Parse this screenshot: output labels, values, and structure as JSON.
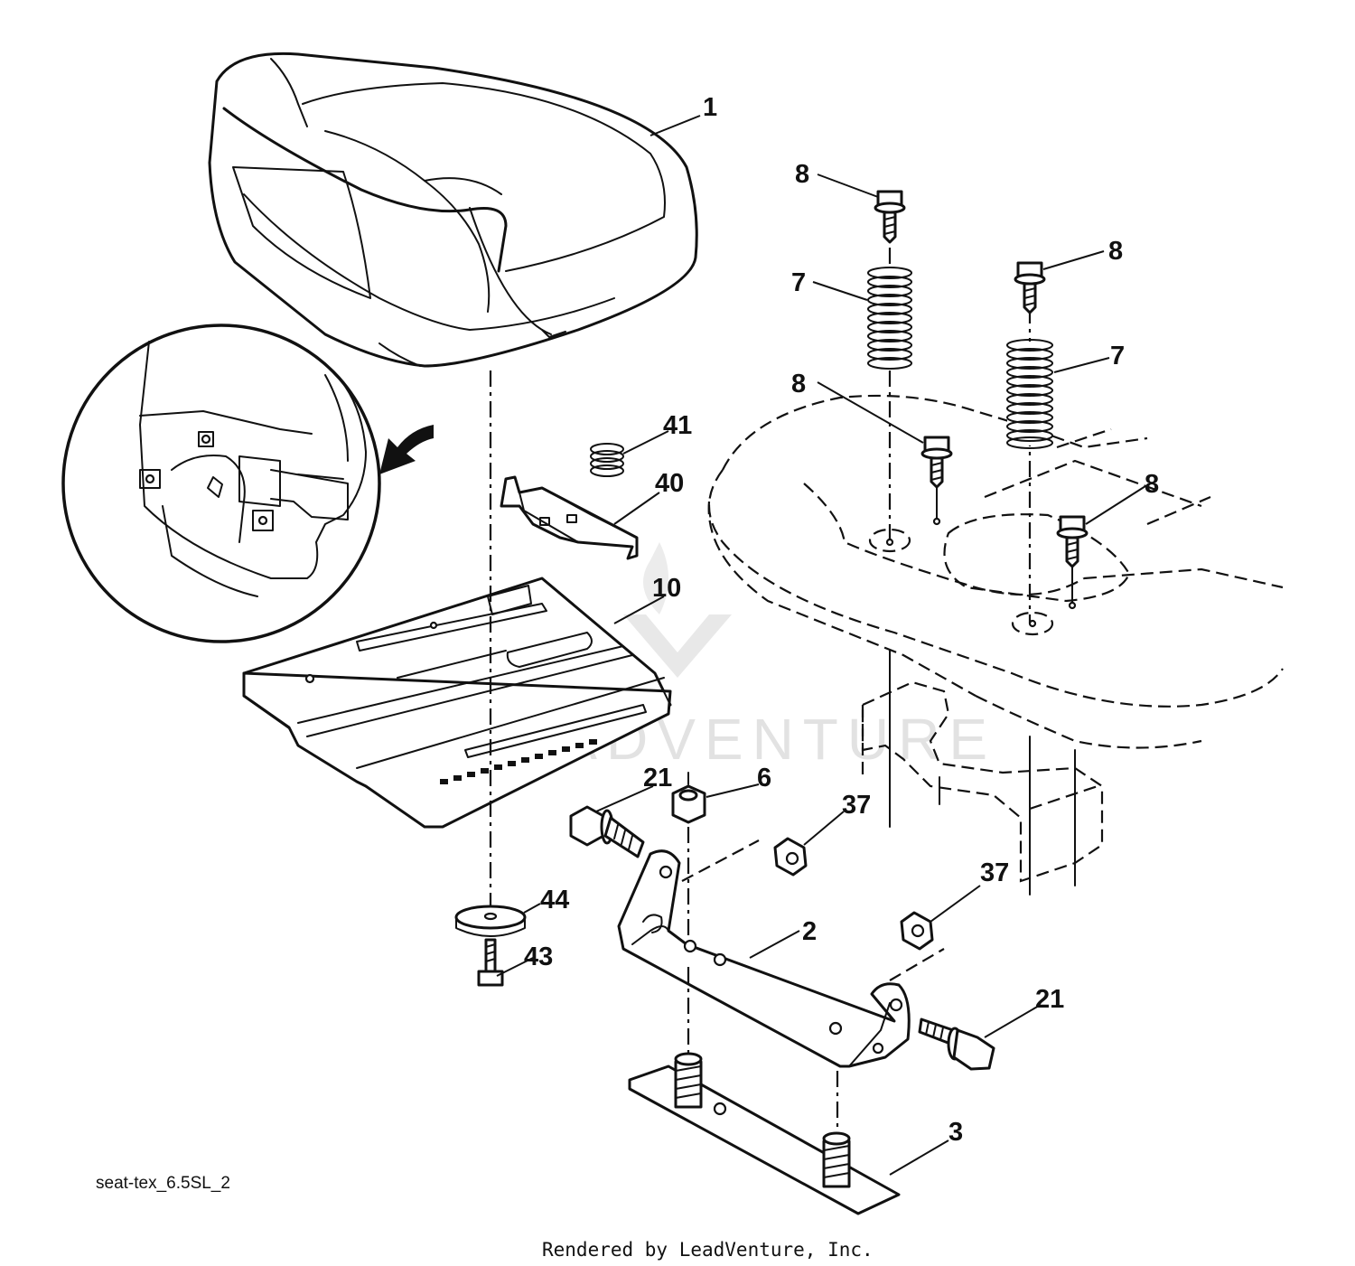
{
  "drawing_code": "seat-tex_6.5SL_2",
  "credit": "Rendered by LeadVenture, Inc.",
  "watermark": "LEADVENTURE",
  "callouts": {
    "c1": "1",
    "c8a": "8",
    "c8b": "8",
    "c8c": "8",
    "c8d": "8",
    "c7a": "7",
    "c7b": "7",
    "c41": "41",
    "c40": "40",
    "c10": "10",
    "c21a": "21",
    "c6": "6",
    "c37a": "37",
    "c37b": "37",
    "c44": "44",
    "c43": "43",
    "c2": "2",
    "c21b": "21",
    "c3": "3"
  }
}
